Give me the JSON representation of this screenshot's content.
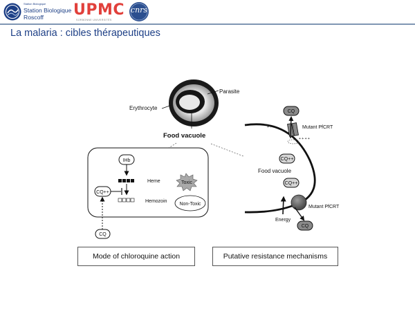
{
  "header": {
    "logos": {
      "station": {
        "small_text": "Station Biologique",
        "line1": "Station Biologique",
        "line2": "Roscoff",
        "color": "#1d3f86"
      },
      "upmc": {
        "word": "UPMC",
        "tagline": "SORBONNE UNIVERSITÉS",
        "color": "#e1403b"
      },
      "cnrs": {
        "word": "cnrs",
        "color": "#2b4f8f"
      }
    },
    "title": "La malaria : cibles thérapeutiques"
  },
  "figure": {
    "labels": {
      "parasite": "Parasite",
      "erythrocyte": "Erythrocyte",
      "food_vacuole_main": "Food vacuole",
      "ihb": "IHb",
      "heme": "Heme",
      "toxic": "Toxic",
      "cq_plus_left": "CQ++",
      "hemozoin": "Hemozoin",
      "non_toxic": "Non-Toxic",
      "cq_bottom_left": "CQ",
      "cq_top_right": "CQ",
      "mutant_pfcrt_top": "Mutant PfCRT",
      "charges_outer": "+ + +",
      "charges_inner": "+ + + +",
      "cq_plus_top_right": "CQ++",
      "food_vacuole_right": "Food vacuole",
      "cq_plus_mid_right": "CQ++",
      "mutant_pfcrt_bottom": "Mutant PfCRT",
      "energy": "Energy",
      "cq_bottom_right": "CQ"
    },
    "captions": {
      "left": "Mode of chloroquine action",
      "right": "Putative resistance mechanisms"
    }
  }
}
